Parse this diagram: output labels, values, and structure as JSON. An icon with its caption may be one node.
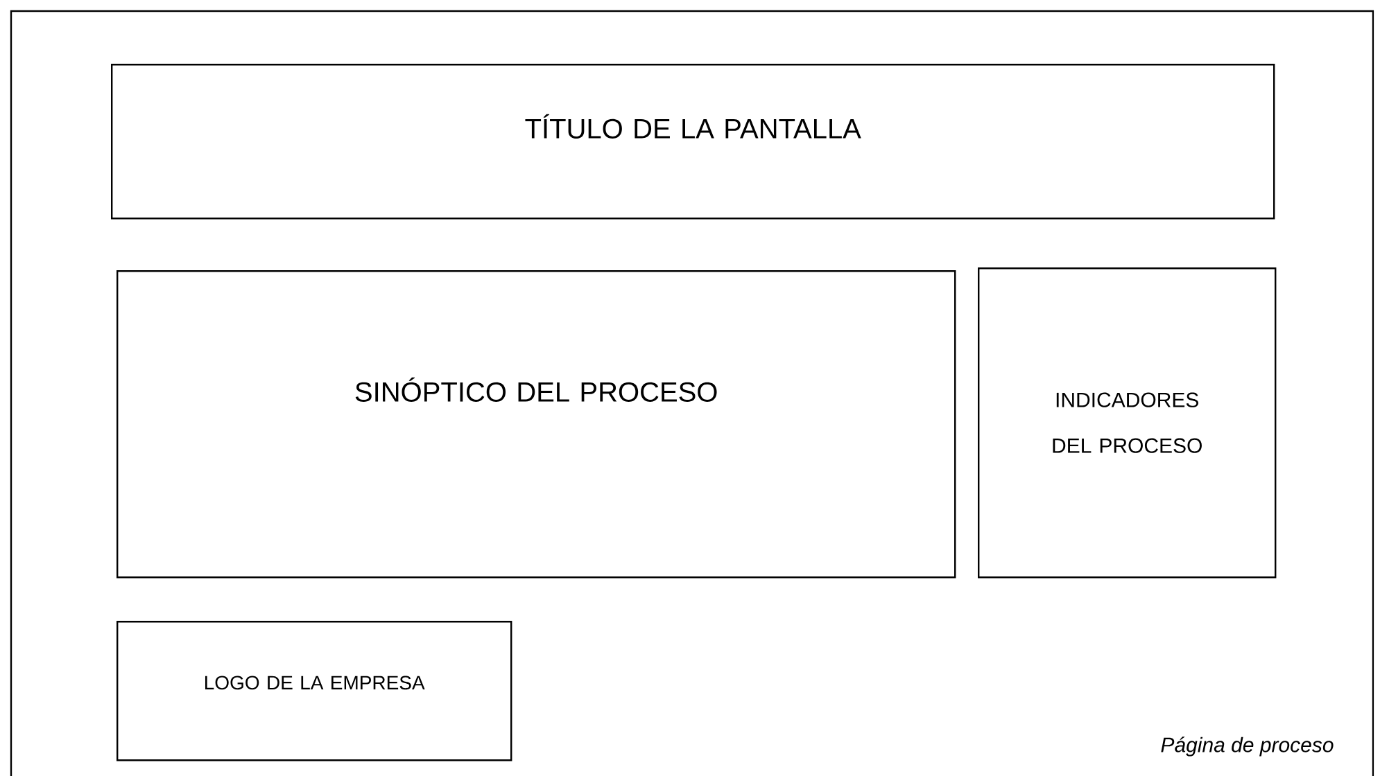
{
  "diagram": {
    "nodes": [
      {
        "text": [
          "Página de proceso"
        ]
      },
      {
        "text": [
          "TÍTULO DE LA PANTALLA"
        ],
        "in": 0
      },
      {
        "text": [
          "SINÓPTICO DEL PROCESO"
        ],
        "in": 0
      },
      {
        "text": [
          "INDICADORES DEL PROCESO"
        ],
        "in": 0
      },
      {
        "text": [
          "LOGO DE LA EMPRESA"
        ],
        "in": 0
      }
    ]
  }
}
